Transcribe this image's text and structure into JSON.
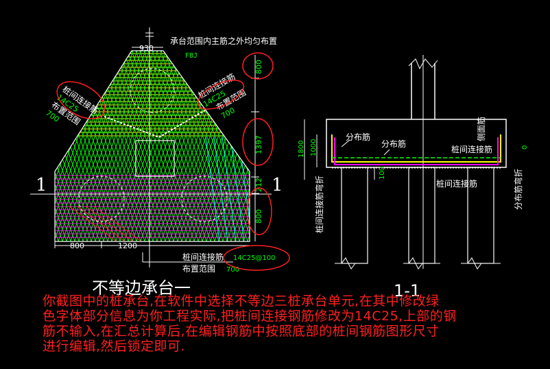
{
  "colors": {
    "background": "#000000",
    "white": "#ffffff",
    "green": "#00ff00",
    "yellow": "#ffff00",
    "red": "#ff2020",
    "magenta": "#ff00ff",
    "cyan": "#00ffff"
  },
  "plan": {
    "title": "不等边承台一",
    "top_note": "承台范围内主筋之外均匀布置",
    "code_fbj": "FBJ",
    "dim_top_width": "930",
    "section_mark_left": "1",
    "section_mark_right": "1",
    "right_dims": [
      "800",
      "1397",
      "212",
      "800"
    ],
    "bottom_dims": [
      "800",
      "1200"
    ],
    "left_label": {
      "name": "桩间连接筋",
      "spec": "14C25",
      "range": "布置范围",
      "value": "700"
    },
    "right_label": {
      "name": "桩间连接筋",
      "spec": "14C25",
      "range": "布置范围",
      "value": "700"
    },
    "bottom_label": {
      "name": "桩间连接筋",
      "spec": "14C25@100",
      "range": "布置范围",
      "value": "700"
    }
  },
  "section": {
    "title": "1-1",
    "dims_left": [
      "1800",
      "1000"
    ],
    "labels": {
      "dist1": "分布筋",
      "dist2": "分布筋",
      "side": "侧面筋",
      "link_top": "桩间连接筋",
      "link_bottom": "桩间连接筋",
      "hundred": "100",
      "zero": "0",
      "link_bend": "桩间连接筋弯折",
      "dist_bend": "分布筋弯折"
    }
  },
  "note_lines": [
    "你截图中的桩承台,在软件中选择不等边三桩承台单元,在其中修改绿",
    "色字体部分信息为你工程实际,把桩间连接钢筋修改为14C25,上部的钢",
    "筋不输入,在汇总计算后,在编辑钢筋中按照底部的桩间钢筋图形尺寸",
    "进行编辑,然后锁定即可."
  ]
}
